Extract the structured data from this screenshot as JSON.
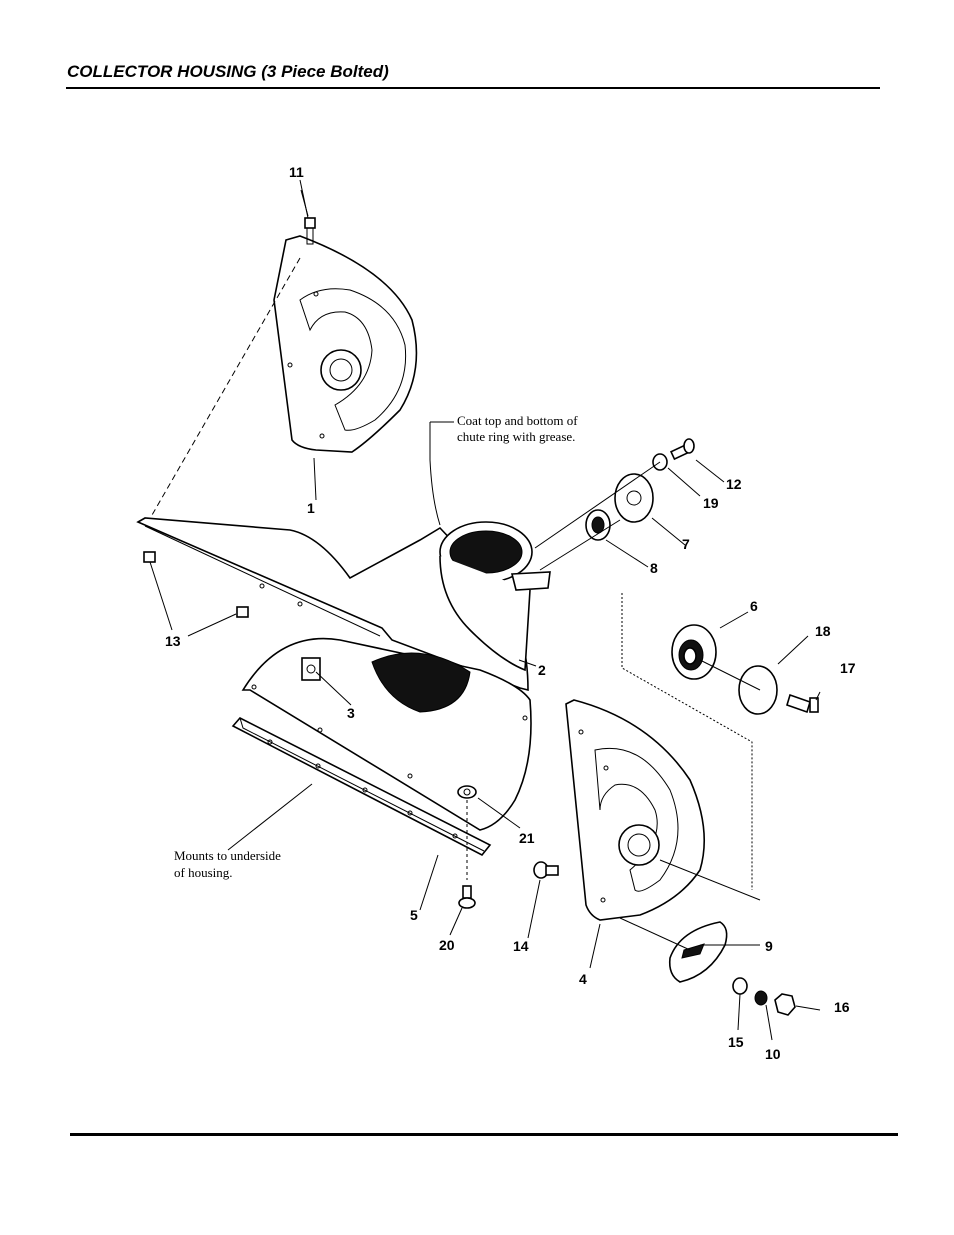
{
  "header": {
    "title": "COLLECTOR HOUSING (3 Piece Bolted)"
  },
  "notes": {
    "grease_line1": "Coat top and bottom of",
    "grease_line2": "chute ring with grease.",
    "mount_line1": "Mounts to underside",
    "mount_line2": "of housing."
  },
  "callouts": {
    "c1": "1",
    "c2": "2",
    "c3": "3",
    "c4": "4",
    "c5": "5",
    "c6": "6",
    "c7": "7",
    "c8": "8",
    "c9": "9",
    "c10": "10",
    "c11": "11",
    "c12": "12",
    "c13": "13",
    "c14": "14",
    "c15": "15",
    "c16": "16",
    "c17": "17",
    "c18": "18",
    "c19": "19",
    "c20": "20",
    "c21": "21"
  }
}
